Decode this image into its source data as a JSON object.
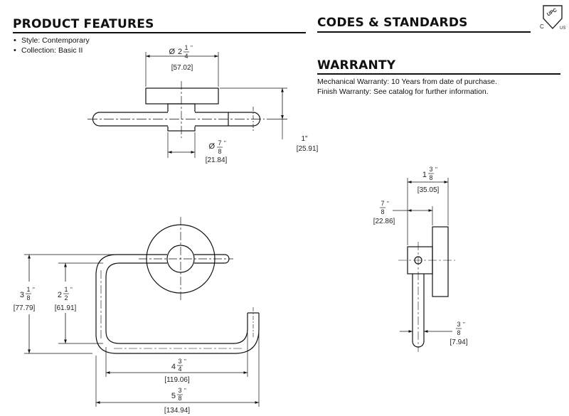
{
  "product_features": {
    "title": "PRODUCT FEATURES",
    "items": [
      "Style: Contemporary",
      "Collection: Basic II"
    ]
  },
  "codes": {
    "title": "CODES & STANDARDS"
  },
  "certification": {
    "mark_letters": "UPC",
    "c_left": "C",
    "c_right": "US"
  },
  "warranty": {
    "title": "WARRANTY",
    "mechanical": "Mechanical Warranty: 10 Years from date of purchase.",
    "finish": "Finish Warranty: See catalog for further information."
  },
  "dimensions": {
    "top_diameter": {
      "prefix": "Ø",
      "whole": "2",
      "num": "1",
      "den": "4",
      "unit": "\"",
      "metric": "[57.02]"
    },
    "top_post_diameter": {
      "prefix": "Ø",
      "num": "7",
      "den": "8",
      "unit": "\"",
      "metric": "[21.84]"
    },
    "top_depth": {
      "value": "1\"",
      "metric": "[25.91]"
    },
    "side_projection": {
      "whole": "1",
      "num": "3",
      "den": "8",
      "unit": "\"",
      "metric": "[35.05]"
    },
    "side_offset": {
      "num": "7",
      "den": "8",
      "unit": "\"",
      "metric": "[22.86]"
    },
    "side_bar": {
      "num": "3",
      "den": "8",
      "unit": "\"",
      "metric": "[7.94]"
    },
    "front_height_total": {
      "whole": "3",
      "num": "1",
      "den": "8",
      "unit": "\"",
      "metric": "[77.79]"
    },
    "front_height_inner": {
      "whole": "2",
      "num": "1",
      "den": "2",
      "unit": "\"",
      "metric": "[61.91]"
    },
    "front_width_inner": {
      "whole": "4",
      "num": "3",
      "den": "4",
      "unit": "\"",
      "metric": "[119.06]"
    },
    "front_width_total": {
      "whole": "5",
      "num": "3",
      "den": "8",
      "unit": "\"",
      "metric": "[134.94]"
    }
  }
}
